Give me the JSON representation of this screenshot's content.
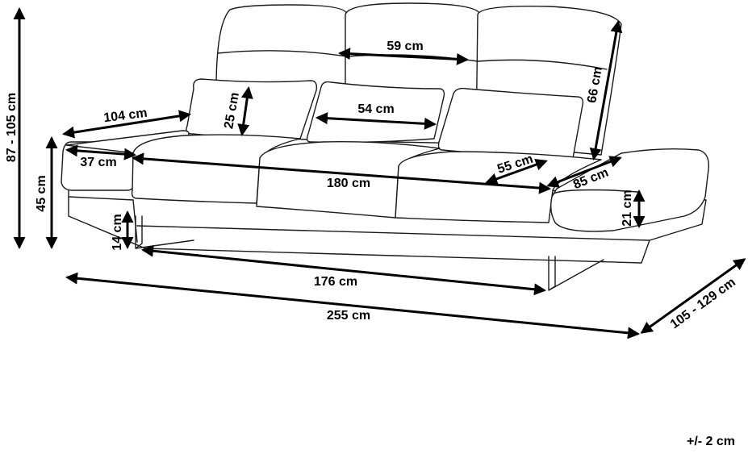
{
  "dimensions": {
    "back_height": "87 - 105 cm",
    "seat_height": "45 cm",
    "leg_height": "14 cm",
    "armrest_length": "104 cm",
    "armrest_width": "37 cm",
    "pillow_height": "25 cm",
    "pillow_width": "54 cm",
    "back_cushion_width": "59 cm",
    "backrest_height": "66 cm",
    "seat_width": "180 cm",
    "seat_depth": "55 cm",
    "side_depth": "85 cm",
    "armrest_height": "21 cm",
    "base_length": "176 cm",
    "total_width": "255 cm",
    "total_depth": "105 - 129 cm"
  },
  "tolerance": "+/- 2 cm"
}
